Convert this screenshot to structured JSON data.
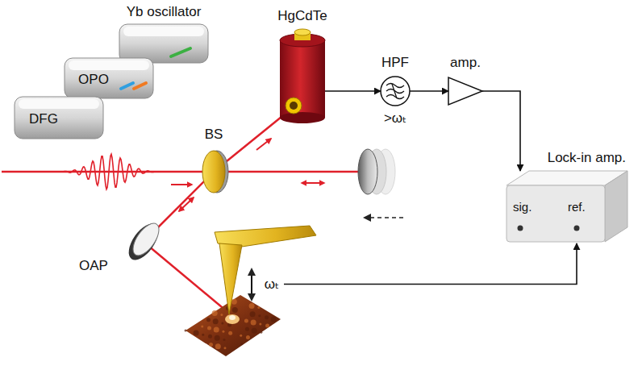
{
  "diagram": {
    "nodes": [
      {
        "text": [
          "Yb oscillator"
        ]
      },
      {
        "text": [
          "OPO"
        ]
      },
      {
        "text": [
          "DFG"
        ]
      },
      {
        "text": [
          "BS"
        ]
      },
      {
        "text": [
          "HgCdTe"
        ]
      },
      {
        "text": [
          "HPF",
          ">ωₜ"
        ]
      },
      {
        "text": [
          "amp."
        ]
      },
      {
        "text": [
          "Lock-in amp.",
          "sig.",
          "ref."
        ]
      },
      {
        "text": [
          "OAP"
        ]
      },
      {
        "text": [
          "ωₜ"
        ]
      }
    ],
    "edges": [
      {
        "from": 4,
        "to": 5,
        "arrow": "to"
      },
      {
        "from": 5,
        "to": 6,
        "arrow": "to"
      },
      {
        "from": 6,
        "to": 7,
        "arrow": "to"
      },
      {
        "from": 9,
        "to": 7,
        "arrow": "to"
      }
    ]
  }
}
